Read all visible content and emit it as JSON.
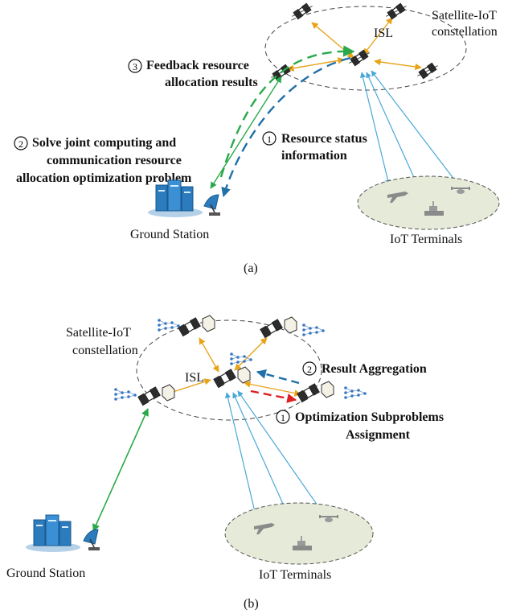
{
  "panel_a": {
    "constellation_label_line1": "Satellite-IoT",
    "constellation_label_line2": "constellation",
    "isl_label": "ISL",
    "step3_number": "3",
    "step3_line1": "Feedback resource",
    "step3_line2": "allocation results",
    "step2_number": "2",
    "step2_line1": "Solve joint computing and",
    "step2_line2": "communication resource",
    "step2_line3": "allocation optimization problem",
    "step1_number": "1",
    "step1_line1": "Resource status",
    "step1_line2": "information",
    "ground_station_label": "Ground Station",
    "iot_terminals_label": "IoT Terminals",
    "caption": "(a)"
  },
  "panel_b": {
    "constellation_label_line1": "Satellite-IoT",
    "constellation_label_line2": "constellation",
    "isl_label": "ISL",
    "step2_number": "2",
    "step2_text": "Result Aggregation",
    "step1_number": "1",
    "step1_line1": "Optimization Subproblems",
    "step1_line2": "Assignment",
    "ground_station_label": "Ground Station",
    "iot_terminals_label": "IoT Terminals",
    "caption": "(b)"
  },
  "colors": {
    "isl_link": "#e8a317",
    "downlink_blue": "#4aa8d8",
    "green_link": "#2aa84a",
    "dashed_blue": "#1f6fa8",
    "dashed_red": "#e02020",
    "terminal_fill": "#e6ead8",
    "server_blue": "#2b7bbd",
    "neural_net_blue": "#3a78c2"
  },
  "icons": [
    "satellite-icon",
    "server-rack-icon",
    "dish-antenna-icon",
    "airplane-icon",
    "ship-icon",
    "drone-icon",
    "neural-network-icon"
  ]
}
